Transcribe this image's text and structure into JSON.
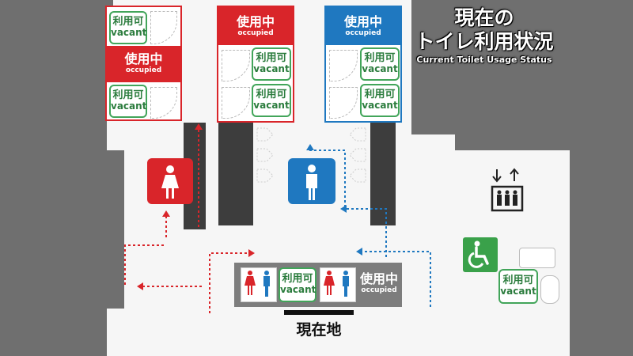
{
  "header": {
    "title_line1": "現在の",
    "title_line2": "トイレ利用状況",
    "subtitle": "Current Toilet Usage Status"
  },
  "status_labels": {
    "vacant_jp": "利用可",
    "vacant_en": "vacant",
    "occupied_jp": "使用中",
    "occupied_en": "occupied"
  },
  "location": {
    "label": "現在地"
  },
  "restrooms": {
    "womens": {
      "color": "#d9252a",
      "icon": "woman-icon"
    },
    "mens": {
      "color": "#1f78c0",
      "icon": "man-icon"
    },
    "multipurpose": {
      "color": "#3aa14a",
      "icon": "wheelchair-icon"
    },
    "elevator": {
      "icon": "elevator-icon"
    }
  },
  "colors": {
    "occupied_red": "#d9252a",
    "occupied_blue": "#1f78c0",
    "vacant_green": "#42a55a",
    "occupied_gray": "#7d7d7d"
  }
}
